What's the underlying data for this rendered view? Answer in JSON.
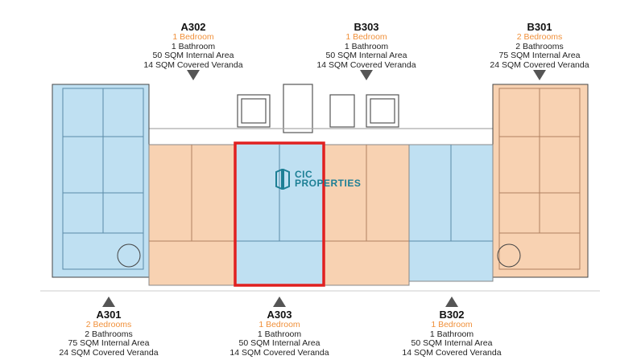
{
  "units": {
    "a302": {
      "code": "A302",
      "bedrooms": "1 Bedroom",
      "bathrooms": "1 Bathroom",
      "internal": "50 SQM Internal Area",
      "veranda": "14 SQM Covered Veranda"
    },
    "b303": {
      "code": "B303",
      "bedrooms": "1 Bedroom",
      "bathrooms": "1 Bathroom",
      "internal": "50 SQM Internal Area",
      "veranda": "14 SQM Covered Veranda"
    },
    "b301": {
      "code": "B301",
      "bedrooms": "2 Bedrooms",
      "bathrooms": "2 Bathrooms",
      "internal": "75 SQM Internal Area",
      "veranda": "24 SQM Covered Veranda"
    },
    "a301": {
      "code": "A301",
      "bedrooms": "2 Bedrooms",
      "bathrooms": "2 Bathrooms",
      "internal": "75 SQM Internal Area",
      "veranda": "24 SQM Covered Veranda"
    },
    "a303": {
      "code": "A303",
      "bedrooms": "1 Bedroom",
      "bathrooms": "1 Bathroom",
      "internal": "50 SQM Internal Area",
      "veranda": "14 SQM Covered Veranda"
    },
    "b302": {
      "code": "B302",
      "bedrooms": "1 Bedroom",
      "bathrooms": "1 Bathroom",
      "internal": "50 SQM Internal Area",
      "veranda": "14 SQM Covered Veranda"
    }
  },
  "logo": {
    "line1": "CIC",
    "line2": "PROPERTIES"
  },
  "colors": {
    "blue": "#bfe0f2",
    "orange": "#f8d2b2",
    "highlight": "#e02020",
    "accent": "#f0903a"
  }
}
